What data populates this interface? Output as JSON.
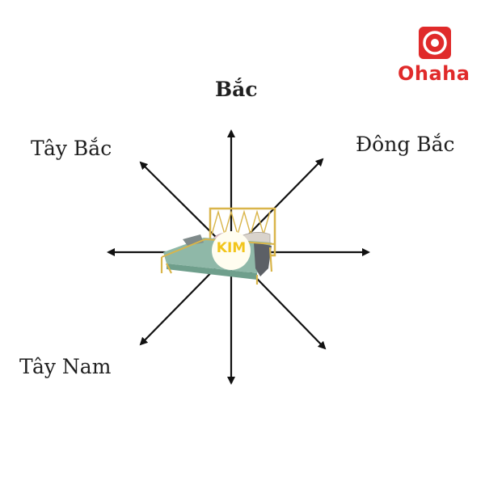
{
  "directions": {
    "north": "Bắc",
    "northwest": "Tây Bắc",
    "northeast": "Đông Bắc",
    "southwest": "Tây Nam"
  },
  "center": {
    "element_label": "KIM",
    "element_color": "#f2c51c",
    "circle_color": "#fffdf0",
    "icon": "bed-icon"
  },
  "brand": {
    "name": "Ohaha",
    "color": "#e02a2a",
    "icon": "target-logo-icon"
  }
}
